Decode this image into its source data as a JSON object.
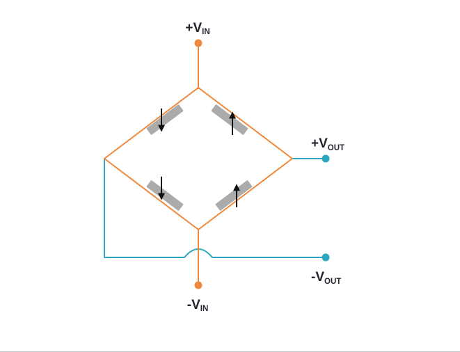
{
  "diagram": {
    "type": "circuit",
    "colors": {
      "excitation_wire": "#F0883C",
      "output_wire": "#2BA8BF",
      "gauge_body": "#ABABAB",
      "arrow": "#111111",
      "label_text": "#22252C",
      "background": "#FFFFFF",
      "footer_rule": "#C9CDD1"
    },
    "terminals": {
      "vin_pos": {
        "main": "+V",
        "sub": "IN"
      },
      "vin_neg": {
        "main": "-V",
        "sub": "IN"
      },
      "vout_pos": {
        "main": "+V",
        "sub": "OUT"
      },
      "vout_neg": {
        "main": "-V",
        "sub": "OUT"
      }
    },
    "gauges": [
      {
        "position": "top-left",
        "arrow": "down"
      },
      {
        "position": "top-right",
        "arrow": "up"
      },
      {
        "position": "bottom-left",
        "arrow": "down"
      },
      {
        "position": "bottom-right",
        "arrow": "up"
      }
    ]
  }
}
